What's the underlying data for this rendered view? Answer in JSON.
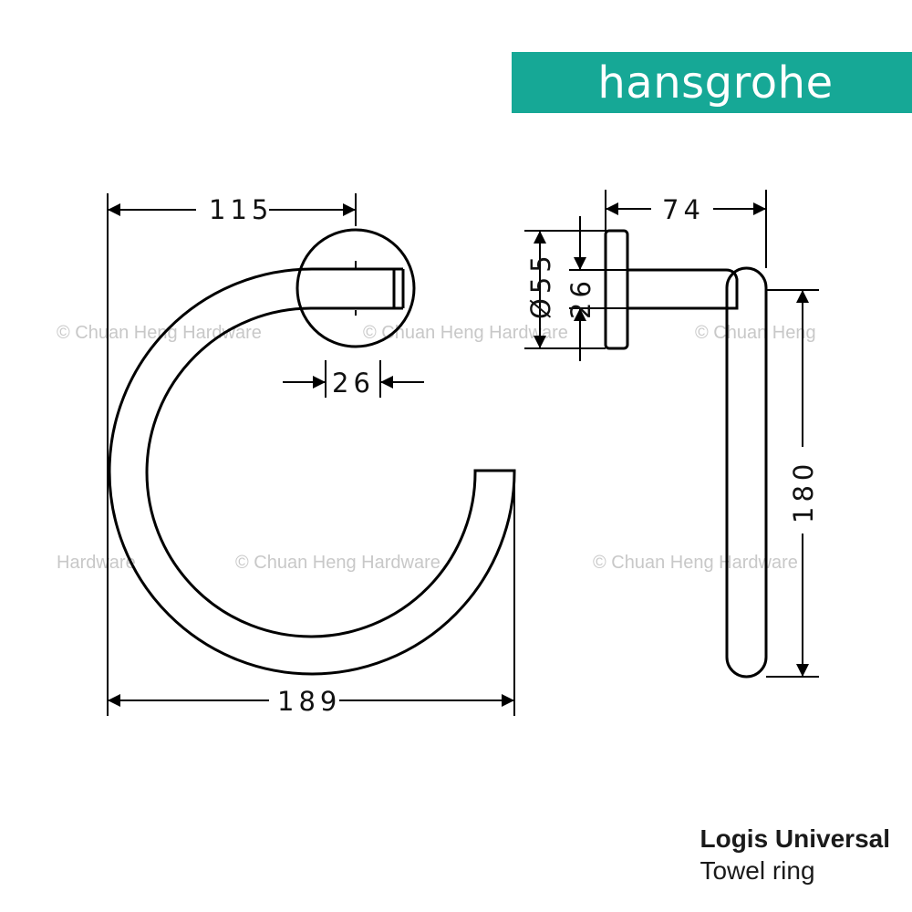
{
  "brand": {
    "name": "hansgrohe",
    "color": "#16a896"
  },
  "watermark": "© Chuan Heng Hardware",
  "watermark_fragment": "Hardware",
  "watermark_fragment_2": "© Chuan Heng",
  "dimensions": {
    "width_to_wall_center": "115",
    "rosette_offset": "26",
    "total_width": "189",
    "projection": "74",
    "rosette_diameter": "Ø55",
    "arm_height": "26",
    "ring_height": "180"
  },
  "product": {
    "name": "Logis Universal",
    "type": "Towel ring"
  }
}
